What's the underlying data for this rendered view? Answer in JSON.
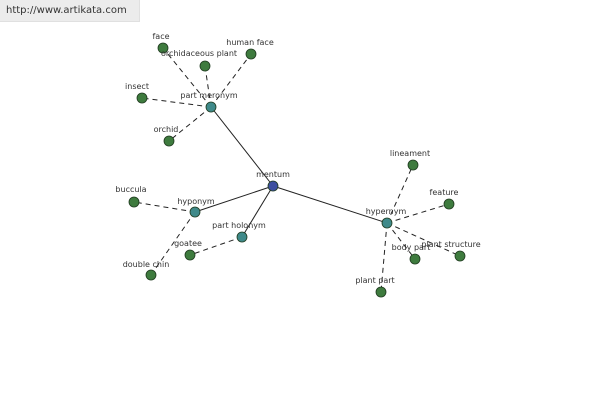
{
  "header": {
    "url": "http://www.artikata.com"
  },
  "colors": {
    "center_node": "#3d4fa0",
    "relation_node": "#3f8a8a",
    "leaf_node": "#3e7b3e",
    "node_stroke": "#1f3a1f",
    "edge": "#222222"
  },
  "diagram": {
    "center": {
      "id": "mentum",
      "label": "mentum"
    },
    "relations": [
      {
        "id": "part-meronym",
        "label": "part meronym",
        "leaves": [
          {
            "id": "face",
            "label": "face"
          },
          {
            "id": "orchidaceous-plant",
            "label": "orchidaceous plant"
          },
          {
            "id": "human-face",
            "label": "human face"
          },
          {
            "id": "insect",
            "label": "insect"
          },
          {
            "id": "orchid",
            "label": "orchid"
          }
        ]
      },
      {
        "id": "hyponym",
        "label": "hyponym",
        "leaves": [
          {
            "id": "buccula",
            "label": "buccula"
          },
          {
            "id": "double-chin",
            "label": "double chin"
          }
        ]
      },
      {
        "id": "part-holonym",
        "label": "part holonym",
        "leaves": [
          {
            "id": "goatee",
            "label": "goatee"
          }
        ]
      },
      {
        "id": "hypernym",
        "label": "hypernym",
        "leaves": [
          {
            "id": "lineament",
            "label": "lineament"
          },
          {
            "id": "feature",
            "label": "feature"
          },
          {
            "id": "body-part",
            "label": "body part"
          },
          {
            "id": "plant-structure",
            "label": "plant structure"
          },
          {
            "id": "plant-part",
            "label": "plant part"
          }
        ]
      }
    ]
  }
}
